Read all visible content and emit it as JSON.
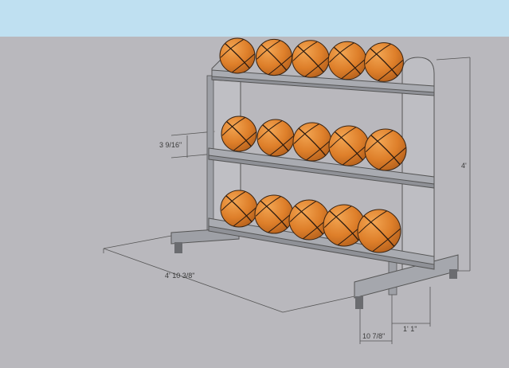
{
  "colors": {
    "sky": "#bfe0f1",
    "ground": "#b9b8bd",
    "frame": "#9ea0a6",
    "shelf": "#a9abb1",
    "ball": "#e0862f",
    "ball_seam": "#2a1a10",
    "dimension_line": "#555555"
  },
  "model": {
    "object": "basketball rack",
    "tiers": 3,
    "balls_per_tier": 5
  },
  "dimensions": {
    "shelf_spacing": "3 9/16\"",
    "height": "4'",
    "length": "4' 10 3/8\"",
    "depth_a": "10 7/8\"",
    "depth_b": "1' 1\""
  }
}
